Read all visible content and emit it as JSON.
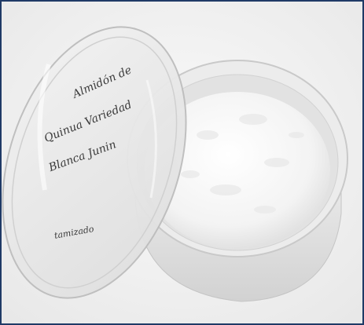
{
  "lid_label": {
    "line1": "Almidón de",
    "line2": "Quinua Variedad",
    "line3": "Blanca Junin",
    "note": "tamizado"
  },
  "colors": {
    "frame_border": "#1f3a66",
    "background": "#f4f4f4",
    "powder": "#fbfbfb",
    "ink": "#3a3a3a"
  }
}
